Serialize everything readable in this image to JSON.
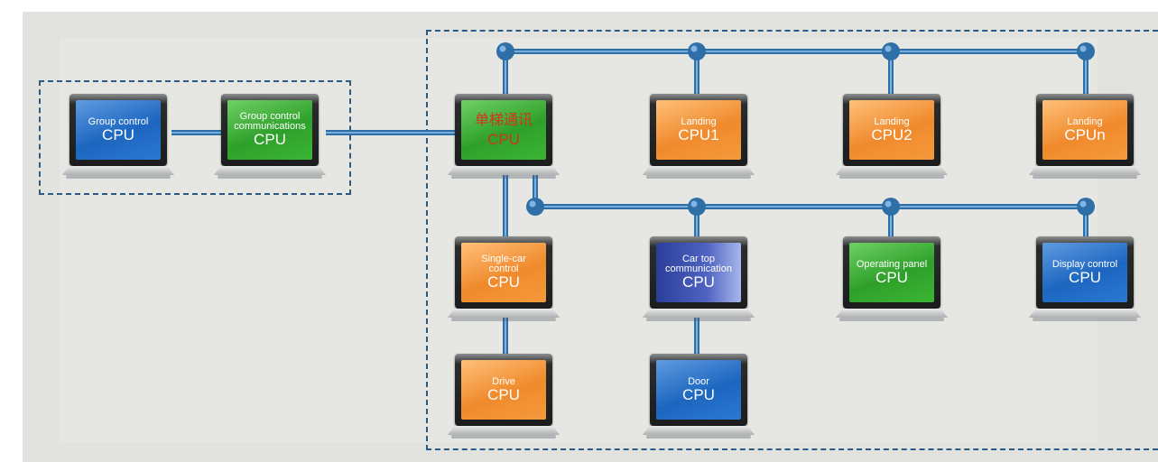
{
  "nodes": {
    "group_control": {
      "line1": "Group control",
      "line2": "CPU",
      "color": "#1d66c0"
    },
    "group_comm": {
      "line1a": "Group control",
      "line1b": "communications",
      "line2": "CPU",
      "color": "#2ea02a"
    },
    "single_elevator_comm": {
      "line1": "单梯通讯",
      "line2": "CPU",
      "color": "#2ea02a",
      "text_color": "#d5321b"
    },
    "landing1": {
      "line1": "Landing",
      "line2": "CPU1",
      "color": "#f08a2c"
    },
    "landing2": {
      "line1": "Landing",
      "line2": "CPU2",
      "color": "#f08a2c"
    },
    "landingn": {
      "line1": "Landing",
      "line2": "CPUn",
      "color": "#f08a2c"
    },
    "single_car": {
      "line1a": "Single-car",
      "line1b": "control",
      "line2": "CPU",
      "color": "#f08a2c"
    },
    "car_top": {
      "line1a": "Car top",
      "line1b": "communication",
      "line2": "CPU",
      "color": "#2a3f9a"
    },
    "operating_panel": {
      "line1": "Operating panel",
      "line2": "CPU",
      "color": "#2ea02a"
    },
    "display_control": {
      "line1": "Display control",
      "line2": "CPU",
      "color": "#1d66c0"
    },
    "drive": {
      "line1": "Drive",
      "line2": "CPU",
      "color": "#f08a2c"
    },
    "door": {
      "line1": "Door",
      "line2": "CPU",
      "color": "#1d66c0"
    }
  },
  "colors": {
    "wire": "#2f6fa8",
    "wire_highlight": "#8fc1ec",
    "dashed_border": "#2a5b86"
  }
}
